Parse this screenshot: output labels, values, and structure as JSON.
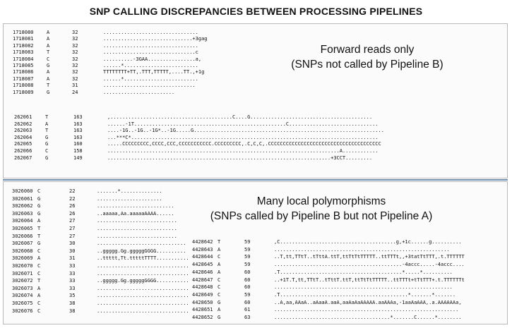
{
  "title": "SNP CALLING DISCREPANCIES BETWEEN PROCESSING PIPELINES",
  "top_panel": {
    "caption_line1": "Forward reads only",
    "caption_line2": "(SNPs not called by Pipeline B)",
    "group1": [
      {
        "pos": "1718080",
        "ref": "A",
        "depth": "32",
        "reads": "................................"
      },
      {
        "pos": "1718081",
        "ref": "A",
        "depth": "32",
        "reads": "..............................+3gag"
      },
      {
        "pos": "1718082",
        "ref": "A",
        "depth": "32",
        "reads": "................................"
      },
      {
        "pos": "1718083",
        "ref": "T",
        "depth": "32",
        "reads": "...............................c"
      },
      {
        "pos": "1718084",
        "ref": "C",
        "depth": "32",
        "reads": "..........-3GAA................a,"
      },
      {
        "pos": "1718085",
        "ref": "G",
        "depth": "32",
        "reads": "......*........................."
      },
      {
        "pos": "1718086",
        "ref": "A",
        "depth": "32",
        "reads": "TTTTTTTT+TT,.TTT,TTTTT,....TT.,+1g"
      },
      {
        "pos": "1718087",
        "ref": "A",
        "depth": "32",
        "reads": "......*........................."
      },
      {
        "pos": "1718088",
        "ref": "T",
        "depth": "31",
        "reads": "..............................."
      },
      {
        "pos": "1718089",
        "ref": "G",
        "depth": "24",
        "reads": "........................"
      }
    ],
    "group2": [
      {
        "pos": "262061",
        "ref": "T",
        "depth": "163",
        "reads": ",.........................................C....G........................................."
      },
      {
        "pos": "262062",
        "ref": "A",
        "depth": "163",
        "reads": "......-1T...................................................C.............................."
      },
      {
        "pos": "262063",
        "ref": "T",
        "depth": "163",
        "reads": "....-1G..-1G..-1G*..-1G.....G................................................................"
      },
      {
        "pos": "262064",
        "ref": "G",
        "depth": "163",
        "reads": "...***C*..................................................................................."
      },
      {
        "pos": "262065",
        "ref": "G",
        "depth": "160",
        "reads": ".....CCCCCCCCC,CCCC,CCC,CCCCCCCCCCC.CCCCCCCCC,.C,C,C,.CCCCCCCCCCCCCCCCCCCCCCCCCCCCCCCCCCCCCC"
      },
      {
        "pos": "262066",
        "ref": "C",
        "depth": "158",
        "reads": "..............................................................................A............"
      },
      {
        "pos": "262067",
        "ref": "G",
        "depth": "149",
        "reads": "...........................................................................+3CCT........."
      }
    ]
  },
  "bottom_panel": {
    "caption_line1": "Many local polymorphisms",
    "caption_line2": "(SNPs called by Pipeline B but not Pipeline A)",
    "group3": [
      {
        "pos": "3026060",
        "ref": "C",
        "depth": "22",
        "reads": ".......*.............."
      },
      {
        "pos": "3026061",
        "ref": "G",
        "depth": "22",
        "reads": "......................"
      },
      {
        "pos": "3026062",
        "ref": "G",
        "depth": "26",
        "reads": ".........................."
      },
      {
        "pos": "3026063",
        "ref": "G",
        "depth": "26",
        "reads": "..aaaaa,Aa.aaaaaAAAA......"
      },
      {
        "pos": "3026064",
        "ref": "A",
        "depth": "27",
        "reads": "..........................."
      },
      {
        "pos": "3026065",
        "ref": "T",
        "depth": "27",
        "reads": "..........................."
      },
      {
        "pos": "3026066",
        "ref": "T",
        "depth": "27",
        "reads": "..........................."
      },
      {
        "pos": "3026067",
        "ref": "G",
        "depth": "30",
        "reads": ".............................."
      },
      {
        "pos": "3026068",
        "ref": "C",
        "depth": "30",
        "reads": "..ggggg.Gg.gggggGGGG.........."
      },
      {
        "pos": "3026069",
        "ref": "A",
        "depth": "31",
        "reads": "..ttttt,Tt.tttttTTTT..........."
      },
      {
        "pos": "3026070",
        "ref": "C",
        "depth": "33",
        "reads": "................................."
      },
      {
        "pos": "3026071",
        "ref": "C",
        "depth": "33",
        "reads": "................................."
      },
      {
        "pos": "3026072",
        "ref": "T",
        "depth": "33",
        "reads": "..ggggg.Gg.gggggGGGG............."
      },
      {
        "pos": "3026073",
        "ref": "A",
        "depth": "33",
        "reads": "................................."
      },
      {
        "pos": "3026074",
        "ref": "A",
        "depth": "35",
        "reads": "..................................."
      },
      {
        "pos": "3026075",
        "ref": "C",
        "depth": "38",
        "reads": "......................................"
      },
      {
        "pos": "3026076",
        "ref": "C",
        "depth": "38",
        "reads": "......................................"
      }
    ],
    "group4": [
      {
        "pos": "4428642",
        "ref": "T",
        "depth": "59",
        "reads": ",C.......................................g,+1c......g.........."
      },
      {
        "pos": "4428643",
        "ref": "A",
        "depth": "59",
        "reads": "..........................................................."
      },
      {
        "pos": "4428644",
        "ref": "C",
        "depth": "59",
        "reads": "..T,tt,TTtT..tTttA.ttT,ttTtTtTTTTT..ttTTTt,,+3tatTtTTT,.t.TTTTTT"
      },
      {
        "pos": "4428645",
        "ref": "A",
        "depth": "59",
        "reads": "...........................................-4accc.....-4accc...."
      },
      {
        "pos": "4428646",
        "ref": "A",
        "depth": "60",
        "reads": ".T.........................................*.....*.........."
      },
      {
        "pos": "4428647",
        "ref": "C",
        "depth": "60",
        "reads": "..+1T.T,tt,TTtT..tTttT.ttT,ttTtTtTTTTT..ttTTTt+tTtTTT+.t.TTTTTTt"
      },
      {
        "pos": "4428648",
        "ref": "C",
        "depth": "60",
        "reads": "............................................................"
      },
      {
        "pos": "4428649",
        "ref": "C",
        "depth": "59",
        "reads": ".T...........................................*.......*......."
      },
      {
        "pos": "4428650",
        "ref": "G",
        "depth": "60",
        "reads": "..A,aa,AAaA..aAaaA.aaA,aaAaAaAAAAA.aaAAAa,-1aaAaAAA,.a.AAAAAAa,"
      },
      {
        "pos": "4428651",
        "ref": "A",
        "depth": "61",
        "reads": ".............................................................."
      },
      {
        "pos": "4428652",
        "ref": "G",
        "depth": "63",
        "reads": ".......................................*.......C......*........"
      }
    ]
  }
}
